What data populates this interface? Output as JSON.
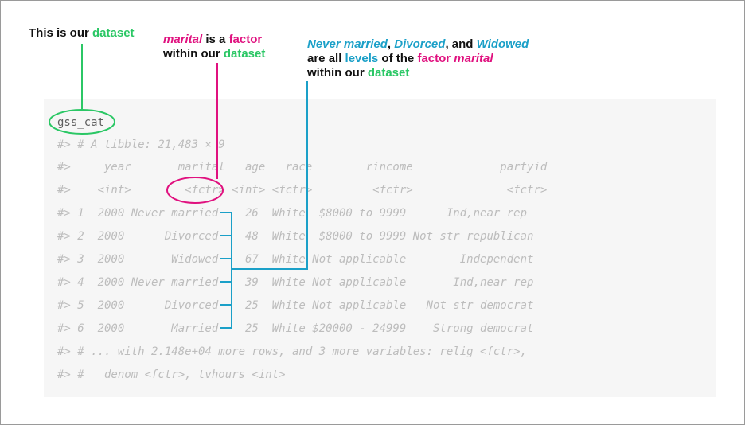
{
  "annotations": {
    "dataset": {
      "prefix": "This is our ",
      "highlight": "dataset"
    },
    "factor": {
      "line1_var": "marital",
      "line1_mid": " is a ",
      "line1_factor": "factor",
      "line2_prefix": "within our ",
      "line2_dataset": "dataset"
    },
    "levels": {
      "line1_a": "Never married",
      "line1_sep1": ", ",
      "line1_b": "Divorced",
      "line1_sep2": ", and ",
      "line1_c": "Widowed",
      "line2_prefix": "are all ",
      "line2_levels": "levels",
      "line2_mid": " of the ",
      "line2_factor": "factor",
      "line2_sp": " ",
      "line2_var": "marital",
      "line3_prefix": "within our ",
      "line3_dataset": "dataset"
    }
  },
  "code": {
    "command": "gss_cat",
    "output_lines": [
      "#> # A tibble: 21,483 × 9",
      "#>     year       marital   age   race        rincome             partyid",
      "#>    <int>        <fctr> <int> <fctr>         <fctr>              <fctr>",
      "#> 1  2000 Never married    26  White  $8000 to 9999      Ind,near rep",
      "#> 2  2000      Divorced    48  White  $8000 to 9999 Not str republican",
      "#> 3  2000       Widowed    67  White Not applicable        Independent",
      "#> 4  2000 Never married    39  White Not applicable       Ind,near rep",
      "#> 5  2000      Divorced    25  White Not applicable   Not str democrat",
      "#> 6  2000       Married    25  White $20000 - 24999    Strong democrat",
      "#> # ... with 2.148e+04 more rows, and 3 more variables: relig <fctr>,",
      "#> #   denom <fctr>, tvhours <int>"
    ]
  },
  "colors": {
    "green": "#2bc765",
    "magenta": "#e0117f",
    "blue": "#1ba0c8"
  }
}
